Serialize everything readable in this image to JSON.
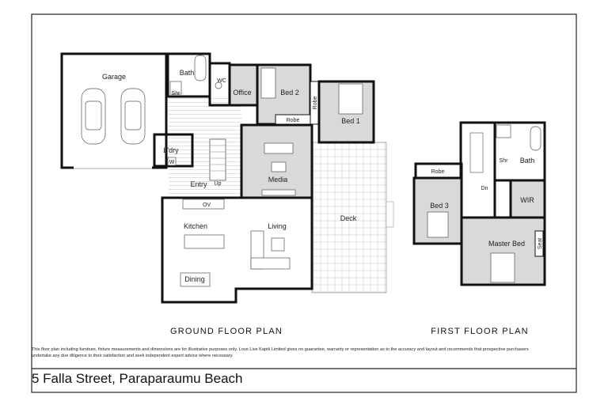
{
  "ground_floor": {
    "title": "GROUND FLOOR PLAN",
    "rooms": {
      "garage": "Garage",
      "bath": "Bath",
      "shr": "Shr",
      "wc": "WC",
      "office": "Office",
      "bed2": "Bed 2",
      "robe_bed2": "Robe",
      "robe_bed1": "Robe",
      "bed1": "Bed 1",
      "laundry": "L'dry",
      "washer": "W",
      "entry": "Entry",
      "up": "Up",
      "media": "Media",
      "oven": "OV",
      "kitchen": "Kitchen",
      "living": "Living",
      "dining": "Dining",
      "deck": "Deck"
    }
  },
  "first_floor": {
    "title": "FIRST FLOOR PLAN",
    "rooms": {
      "robe": "Robe",
      "bed3": "Bed 3",
      "dn": "Dn",
      "shr": "Shr",
      "bath": "Bath",
      "wir": "WIR",
      "master_bed": "Master Bed",
      "seat": "Seat"
    }
  },
  "disclaimer": "This floor plan including furniture, fixture measurements and dimensions are for illustrative purposes only. Love Live Kapiti Limited gives no guarantee, warranty or representation as to the accuracy and layout and recommends that prospective purchasers undertake any due diligence to their satisfaction and seek independent expert advice where necessary.",
  "address": "5 Falla Street, Paraparaumu Beach"
}
